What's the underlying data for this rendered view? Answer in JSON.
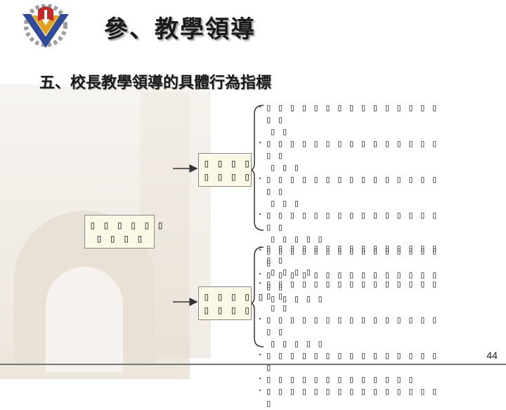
{
  "slide": {
    "title": "參、教學領導",
    "subtitle": "五、校長教學領導的具體行為指標",
    "page_number": "44"
  },
  "diagram": {
    "root": {
      "line1": "▯ ▯ ▯ ▯ ▯ ▯",
      "line2": "▯ ▯ ▯ ▯"
    },
    "upper_node": {
      "line1": "▯ ▯ ▯ ▯",
      "line2": "▯ ▯ ▯ ▯"
    },
    "lower_node": {
      "line1": "▯ ▯ ▯ ▯ ▯",
      "line2": "▯ ▯ ▯ ▯"
    },
    "upper_items": [
      {
        "a": "▯ ▯ ▯ ▯ ▯ ▯ ▯ ▯ ▯ ▯ ▯ ▯ ▯ ▯ ▯ ▯ ▯",
        "b": "▯ ▯"
      },
      {
        "a": "▯ ▯ ▯ ▯ ▯ ▯ ▯ ▯ ▯ ▯ ▯ ▯ ▯ ▯ ▯ ▯ ▯",
        "b": "▯ ▯ ▯"
      },
      {
        "a": "▯ ▯ ▯ ▯ ▯ ▯ ▯ ▯ ▯ ▯ ▯ ▯ ▯ ▯ ▯ ▯ ▯",
        "b": "▯ ▯ ▯"
      },
      {
        "a": "▯ ▯ ▯ ▯ ▯ ▯ ▯ ▯ ▯ ▯ ▯ ▯ ▯ ▯ ▯ ▯ ▯",
        "b": "▯ ▯ ▯ ▯ ▯"
      },
      {
        "a": "▯ ▯ ▯ ▯ ▯ ▯ ▯ ▯ ▯ ▯ ▯ ▯ ▯ ▯ ▯ ▯",
        "b": ""
      },
      {
        "a": "▯ ▯ ▯ ▯ ▯ ▯ ▯ ▯ ▯ ▯ ▯ ▯ ▯ ▯ ▯ ▯ ▯",
        "b": "▯ ▯ ▯ ▯ ▯"
      }
    ],
    "lower_items": [
      {
        "a": "▯ ▯ ▯ ▯ ▯ ▯ ▯ ▯ ▯ ▯ ▯ ▯ ▯ ▯ ▯ ▯ ▯",
        "b": "▯ ▯ ▯ ▯"
      },
      {
        "a": "▯ ▯ ▯ ▯ ▯ ▯ ▯ ▯ ▯ ▯ ▯ ▯ ▯ ▯ ▯ ▯ ▯",
        "b": "▯ ▯"
      },
      {
        "a": "▯ ▯ ▯ ▯ ▯ ▯ ▯ ▯ ▯ ▯ ▯ ▯ ▯ ▯ ▯ ▯ ▯",
        "b": "▯ ▯ ▯ ▯ ▯"
      },
      {
        "a": "▯ ▯ ▯ ▯ ▯ ▯ ▯ ▯ ▯ ▯ ▯ ▯ ▯ ▯ ▯ ▯",
        "b": ""
      },
      {
        "a": "▯ ▯ ▯ ▯ ▯ ▯ ▯ ▯ ▯ ▯ ▯ ▯ ▯",
        "b": ""
      },
      {
        "a": "▯ ▯ ▯ ▯ ▯ ▯ ▯ ▯ ▯ ▯ ▯ ▯ ▯ ▯ ▯ ▯",
        "b": ""
      }
    ]
  },
  "colors": {
    "logo_blue": "#2f4b9a",
    "logo_red": "#c62828",
    "logo_gold": "#e0a21a",
    "box_fill": "#fbf8e6"
  },
  "icons": {
    "logo": "school-emblem-icon"
  }
}
